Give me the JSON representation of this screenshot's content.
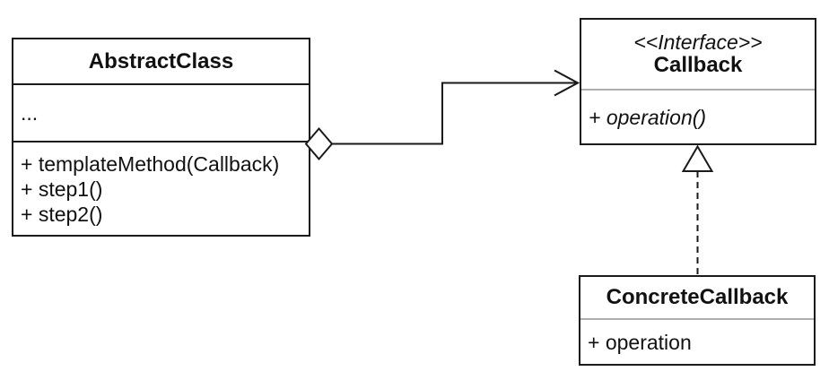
{
  "diagram": {
    "type": "uml-class-diagram",
    "abstract_class": {
      "name": "AbstractClass",
      "fields_placeholder": "...",
      "methods": [
        "+ templateMethod(Callback)",
        "+ step1()",
        "+ step2()"
      ]
    },
    "callback_interface": {
      "stereotype": "<<Interface>>",
      "name": "Callback",
      "methods": [
        "+ operation()"
      ]
    },
    "concrete_callback": {
      "name": "ConcreteCallback",
      "methods": [
        "+ operation"
      ]
    },
    "relationships": [
      {
        "type": "aggregation",
        "from": "AbstractClass",
        "to": "Callback",
        "style": "solid-line-hollow-diamond-open-arrow"
      },
      {
        "type": "realization",
        "from": "ConcreteCallback",
        "to": "Callback",
        "style": "dashed-line-hollow-triangle"
      }
    ],
    "colors": {
      "background": "#ffffff",
      "border": "#1a1a1a",
      "divider_gray": "#aeaeae",
      "text": "#111111"
    }
  }
}
